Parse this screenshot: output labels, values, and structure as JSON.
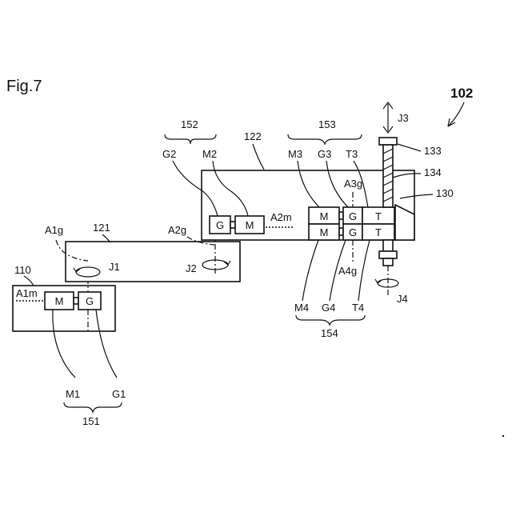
{
  "figure": {
    "title": "Fig.7",
    "ref": "102"
  },
  "labels": {
    "base": "110",
    "arm1": "121",
    "arm2": "122",
    "head": "130",
    "shaft_top": "133",
    "screw": "134",
    "grp151": "151",
    "grp152": "152",
    "grp153": "153",
    "grp154": "154",
    "j1": "J1",
    "j2": "J2",
    "j3": "J3",
    "j4": "J4",
    "a1m": "A1m",
    "a1g": "A1g",
    "a2m": "A2m",
    "a2g": "A2g",
    "a3g": "A3g",
    "a4g": "A4g",
    "m1": "M1",
    "g1": "G1",
    "m2": "M2",
    "g2": "G2",
    "m3": "M3",
    "g3": "G3",
    "t3": "T3",
    "m4": "M4",
    "g4": "G4",
    "t4": "T4"
  },
  "blocks": {
    "motor": "M",
    "gear": "G",
    "transmission": "T"
  }
}
